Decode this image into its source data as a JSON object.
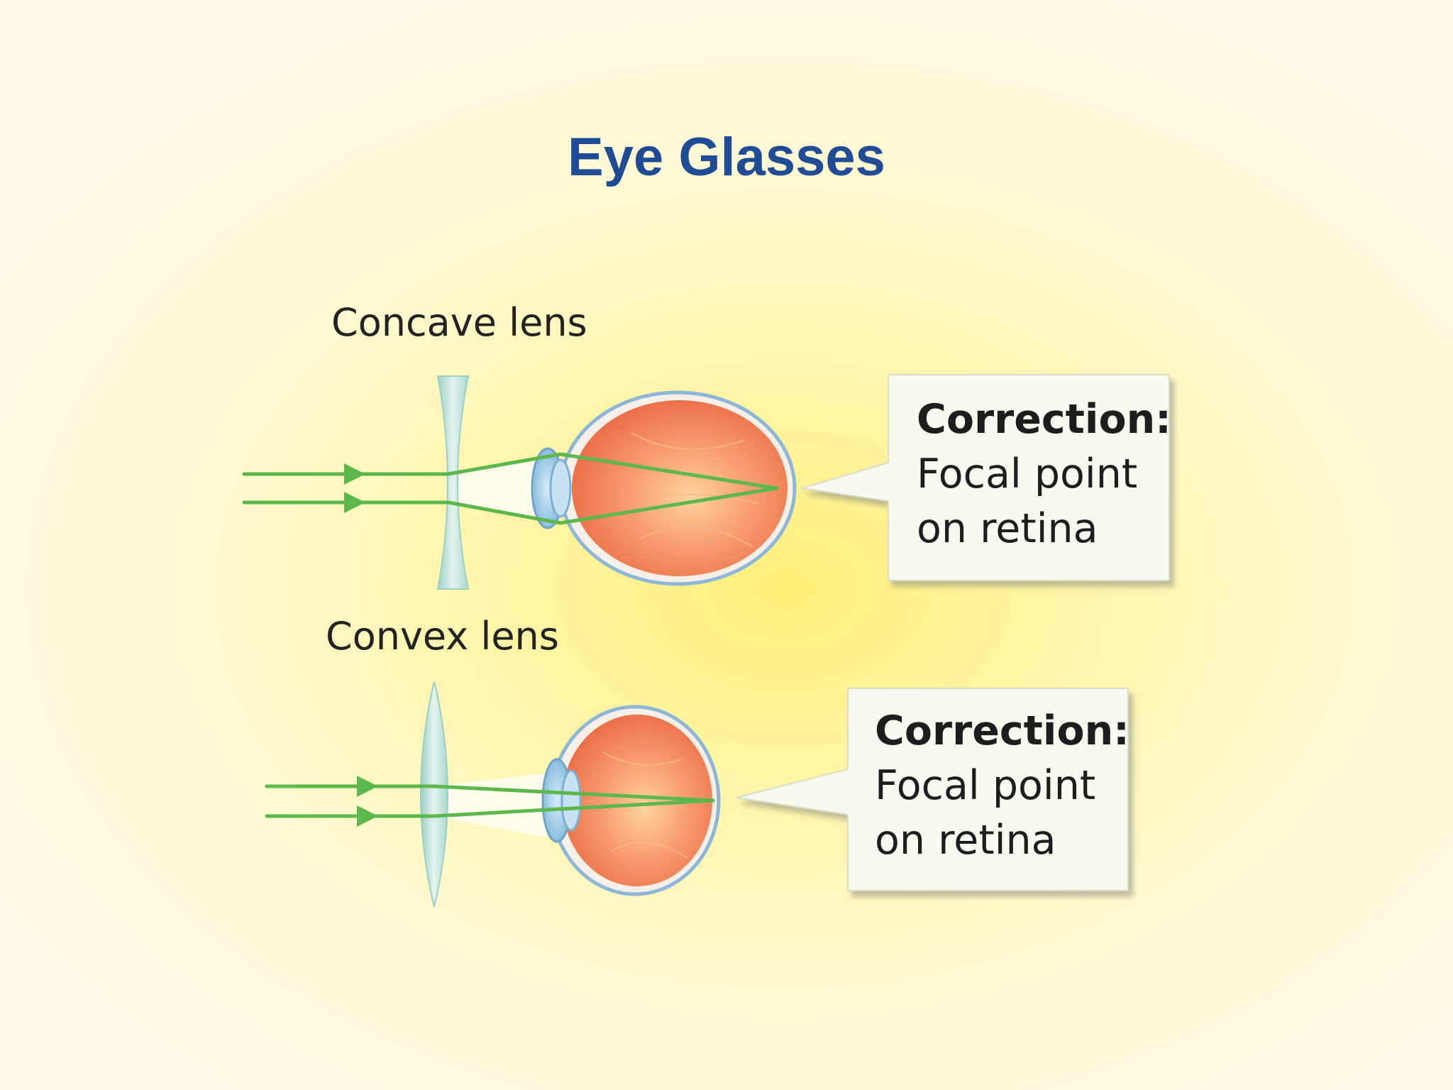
{
  "title": "Eye Glasses",
  "panels": [
    {
      "lens_label": "Concave lens",
      "callout_heading": "Correction:",
      "callout_line1": "Focal point",
      "callout_line2": "on retina"
    },
    {
      "lens_label": "Convex lens",
      "callout_heading": "Correction:",
      "callout_line1": "Focal point",
      "callout_line2": "on retina"
    }
  ],
  "colors": {
    "title": "#1f4c94",
    "ray": "#5cb84a",
    "eye": "#f07a52",
    "lens": "#bfe3dc",
    "callout_bg": "#f7fbef"
  }
}
